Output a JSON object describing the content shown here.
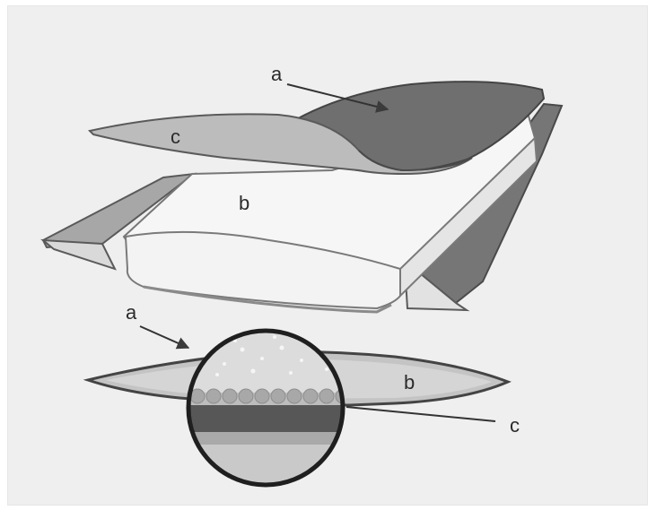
{
  "diagram": {
    "upper_labels": {
      "a": "a",
      "b": "b",
      "c": "c"
    },
    "lower_labels": {
      "a": "a",
      "b": "b",
      "c": "c"
    },
    "colors": {
      "background": "#efefef",
      "dark_layer": "#6a6a6a",
      "light_layer": "#bdbdbd",
      "core": "#f3f3f3",
      "outline": "#555555"
    }
  }
}
